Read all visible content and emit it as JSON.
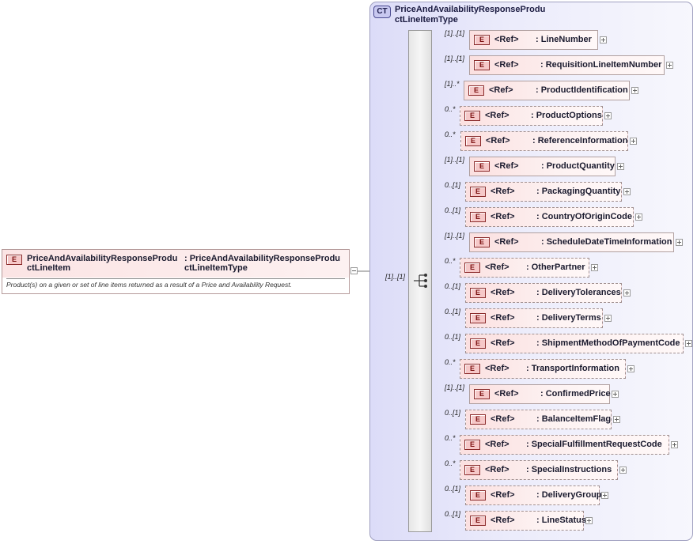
{
  "complex_type": {
    "badge": "CT",
    "name_line1": "PriceAndAvailabilityResponseProdu",
    "name_line2": "ctLineItemType"
  },
  "root": {
    "badge": "E",
    "name_line1": "PriceAndAvailabilityResponseProdu",
    "name_line2": "ctLineItem",
    "type_line1": ": PriceAndAvailabilityResponseProdu",
    "type_line2": "ctLineItemType",
    "description": "Product(s) on a given or set of line items returned as a result of a Price and Availability Request.",
    "multiplicity": "[1]..[1]"
  },
  "ref_label": "<Ref>",
  "element_badge": "E",
  "children": [
    {
      "name": ": LineNumber",
      "multiplicity": "[1]..[1]",
      "optional": false
    },
    {
      "name": ": RequisitionLineItemNumber",
      "multiplicity": "[1]..[1]",
      "optional": false
    },
    {
      "name": ": ProductIdentification",
      "multiplicity": "[1]..*",
      "optional": false
    },
    {
      "name": ": ProductOptions",
      "multiplicity": "0..*",
      "optional": true
    },
    {
      "name": ": ReferenceInformation",
      "multiplicity": "0..*",
      "optional": true
    },
    {
      "name": ": ProductQuantity",
      "multiplicity": "[1]..[1]",
      "optional": false
    },
    {
      "name": ": PackagingQuantity",
      "multiplicity": "0..[1]",
      "optional": true
    },
    {
      "name": ": CountryOfOriginCode",
      "multiplicity": "0..[1]",
      "optional": true
    },
    {
      "name": ": ScheduleDateTimeInformation",
      "multiplicity": "[1]..[1]",
      "optional": false
    },
    {
      "name": ": OtherPartner",
      "multiplicity": "0..*",
      "optional": true
    },
    {
      "name": ": DeliveryTolerances",
      "multiplicity": "0..[1]",
      "optional": true
    },
    {
      "name": ": DeliveryTerms",
      "multiplicity": "0..[1]",
      "optional": true
    },
    {
      "name": ": ShipmentMethodOfPaymentCode",
      "multiplicity": "0..[1]",
      "optional": true
    },
    {
      "name": ": TransportInformation",
      "multiplicity": "0..*",
      "optional": true
    },
    {
      "name": ": ConfirmedPrice",
      "multiplicity": "[1]..[1]",
      "optional": false
    },
    {
      "name": ": BalanceItemFlag",
      "multiplicity": "0..[1]",
      "optional": true
    },
    {
      "name": ": SpecialFulfillmentRequestCode",
      "multiplicity": "0..*",
      "optional": true
    },
    {
      "name": ": SpecialInstructions",
      "multiplicity": "0..*",
      "optional": true
    },
    {
      "name": ": DeliveryGroup",
      "multiplicity": "0..[1]",
      "optional": true
    },
    {
      "name": ": LineStatus",
      "multiplicity": "0..[1]",
      "optional": true
    }
  ]
}
